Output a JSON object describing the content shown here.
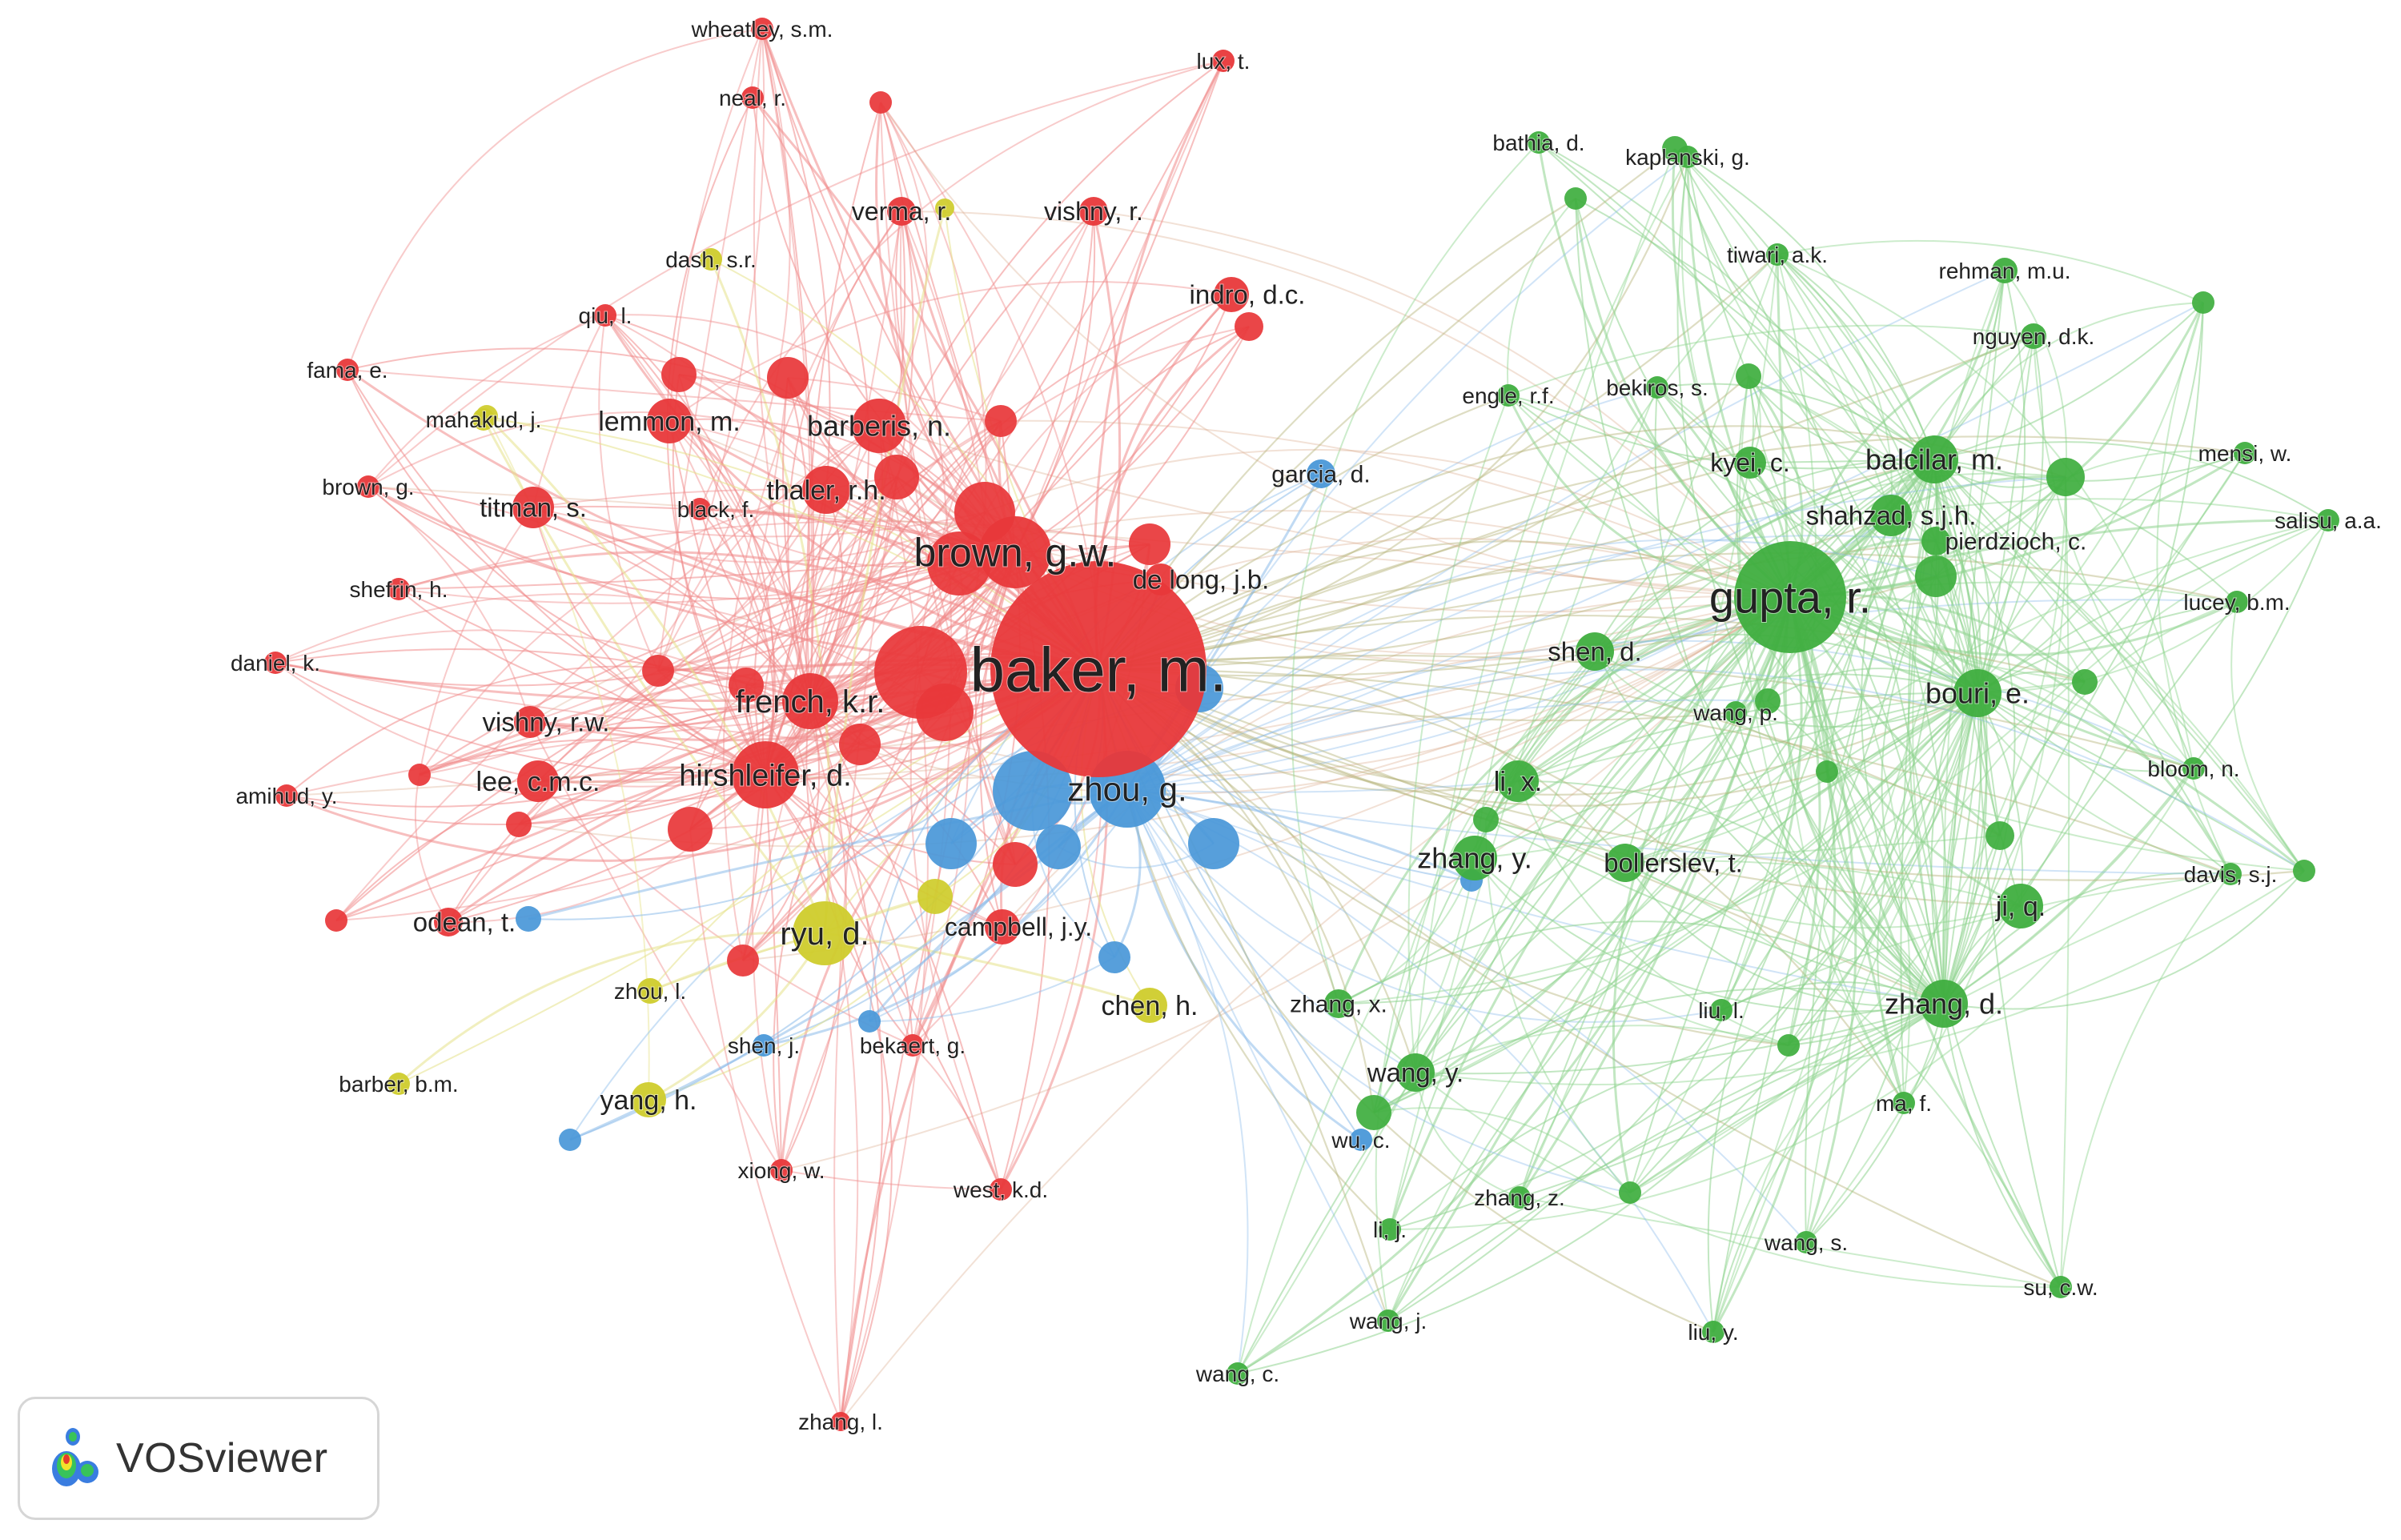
{
  "app": {
    "name": "VOSviewer"
  },
  "colors": {
    "cluster_red": "#e8383a",
    "cluster_green": "#3fae3f",
    "cluster_blue": "#4a98d8",
    "cluster_yellow": "#cfcc2c",
    "edge_red": "#f08b8b",
    "edge_green": "#8fd48f",
    "edge_blue": "#8cbcea",
    "edge_yellow": "#e6e28a"
  },
  "clusters": [
    "red",
    "green",
    "blue",
    "yellow"
  ],
  "nodes": [
    {
      "id": "baker_m",
      "label": "baker, m.",
      "cluster": "red",
      "weight": 10
    },
    {
      "id": "brown_gw",
      "label": "brown, g.w.",
      "cluster": "red",
      "weight": 4.5
    },
    {
      "id": "french_kr",
      "label": "french, k.r.",
      "cluster": "red",
      "weight": 3.4
    },
    {
      "id": "hirshleifer_d",
      "label": "hirshleifer, d.",
      "cluster": "red",
      "weight": 3.6
    },
    {
      "id": "barberis_n",
      "label": "barberis, n.",
      "cluster": "red",
      "weight": 3.3
    },
    {
      "id": "thaler_rh",
      "label": "thaler, r.h.",
      "cluster": "red",
      "weight": 3.2
    },
    {
      "id": "lemmon_m",
      "label": "lemmon, m.",
      "cluster": "red",
      "weight": 3.1
    },
    {
      "id": "titman_s",
      "label": "titman, s.",
      "cluster": "red",
      "weight": 2.9
    },
    {
      "id": "lee_cmc",
      "label": "lee, c.m.c.",
      "cluster": "red",
      "weight": 3.0
    },
    {
      "id": "de_long_jb",
      "label": "de long, j.b.",
      "cluster": "red",
      "weight": 2.7
    },
    {
      "id": "vishny_rw",
      "label": "vishny, r.w.",
      "cluster": "red",
      "weight": 2.6
    },
    {
      "id": "odean_t",
      "label": "odean, t.",
      "cluster": "red",
      "weight": 2.6
    },
    {
      "id": "indro_dc",
      "label": "indro, d.c.",
      "cluster": "red",
      "weight": 2.5
    },
    {
      "id": "verma_r",
      "label": "verma, r.",
      "cluster": "red",
      "weight": 2.5
    },
    {
      "id": "vishny_r",
      "label": "vishny, r.",
      "cluster": "red",
      "weight": 2.5
    },
    {
      "id": "campbell_jy",
      "label": "campbell, j.y.",
      "cluster": "red",
      "weight": 2.5
    },
    {
      "id": "amihud_y",
      "label": "amihud, y.",
      "cluster": "red",
      "weight": 2.2
    },
    {
      "id": "daniel_k",
      "label": "daniel, k.",
      "cluster": "red",
      "weight": 2.2
    },
    {
      "id": "shefrin_h",
      "label": "shefrin, h.",
      "cluster": "red",
      "weight": 2.2
    },
    {
      "id": "brown_g",
      "label": "brown, g.",
      "cluster": "red",
      "weight": 2.2
    },
    {
      "id": "fama_e",
      "label": "fama, e.",
      "cluster": "red",
      "weight": 2.2
    },
    {
      "id": "qiu_l",
      "label": "qiu, l.",
      "cluster": "red",
      "weight": 2.2
    },
    {
      "id": "black_f",
      "label": "black, f.",
      "cluster": "red",
      "weight": 2.2
    },
    {
      "id": "neal_r",
      "label": "neal, r.",
      "cluster": "red",
      "weight": 2.2
    },
    {
      "id": "wheatley_sm",
      "label": "wheatley, s.m.",
      "cluster": "red",
      "weight": 2.2
    },
    {
      "id": "lux_t",
      "label": "lux, t.",
      "cluster": "red",
      "weight": 2.2
    },
    {
      "id": "xiong_w",
      "label": "xiong, w.",
      "cluster": "red",
      "weight": 2.2
    },
    {
      "id": "west_kd",
      "label": "west, k.d.",
      "cluster": "red",
      "weight": 2.2
    },
    {
      "id": "zhang_l",
      "label": "zhang, l.",
      "cluster": "red",
      "weight": 2.2
    },
    {
      "id": "bekaert_g",
      "label": "bekaert, g.",
      "cluster": "red",
      "weight": 2.2
    },
    {
      "id": "zhou_g",
      "label": "zhou, g.",
      "cluster": "blue",
      "weight": 4.0
    },
    {
      "id": "garcia_d",
      "label": "garcia, d.",
      "cluster": "blue",
      "weight": 2.2
    },
    {
      "id": "shen_j",
      "label": "shen, j.",
      "cluster": "blue",
      "weight": 2.2
    },
    {
      "id": "wu_c",
      "label": "wu, c.",
      "cluster": "blue",
      "weight": 2.2
    },
    {
      "id": "ryu_d",
      "label": "ryu, d.",
      "cluster": "yellow",
      "weight": 3.6
    },
    {
      "id": "chen_h",
      "label": "chen, h.",
      "cluster": "yellow",
      "weight": 2.6
    },
    {
      "id": "yang_h",
      "label": "yang, h.",
      "cluster": "yellow",
      "weight": 2.6
    },
    {
      "id": "zhou_l",
      "label": "zhou, l.",
      "cluster": "yellow",
      "weight": 2.3
    },
    {
      "id": "barber_bm",
      "label": "barber, b.m.",
      "cluster": "yellow",
      "weight": 2.3
    },
    {
      "id": "mahakud_j",
      "label": "mahakud, j.",
      "cluster": "yellow",
      "weight": 2.2
    },
    {
      "id": "dash_sr",
      "label": "dash, s.r.",
      "cluster": "yellow",
      "weight": 2.2
    },
    {
      "id": "gupta_r",
      "label": "gupta, r.",
      "cluster": "green",
      "weight": 5.0
    },
    {
      "id": "balcilar_m",
      "label": "balcilar, m.",
      "cluster": "green",
      "weight": 3.0
    },
    {
      "id": "bouri_e",
      "label": "bouri, e.",
      "cluster": "green",
      "weight": 3.0
    },
    {
      "id": "shahzad_sjh",
      "label": "shahzad, s.j.h.",
      "cluster": "green",
      "weight": 2.7
    },
    {
      "id": "zhang_d",
      "label": "zhang, d.",
      "cluster": "green",
      "weight": 2.9
    },
    {
      "id": "ji_q",
      "label": "ji, q.",
      "cluster": "green",
      "weight": 2.8
    },
    {
      "id": "zhang_y",
      "label": "zhang, y.",
      "cluster": "green",
      "weight": 2.8
    },
    {
      "id": "bollerslev_t",
      "label": "bollerslev, t.",
      "cluster": "green",
      "weight": 2.6
    },
    {
      "id": "li_x",
      "label": "li, x.",
      "cluster": "green",
      "weight": 2.7
    },
    {
      "id": "wang_y",
      "label": "wang, y.",
      "cluster": "green",
      "weight": 2.6
    },
    {
      "id": "shen_d",
      "label": "shen, d.",
      "cluster": "green",
      "weight": 2.6
    },
    {
      "id": "kyei_c",
      "label": "kyei, c.",
      "cluster": "green",
      "weight": 2.5
    },
    {
      "id": "pierdzioch_c",
      "label": "pierdzioch, c.",
      "cluster": "green",
      "weight": 2.3
    },
    {
      "id": "mensi_w",
      "label": "mensi, w.",
      "cluster": "green",
      "weight": 2.2
    },
    {
      "id": "salisu_aa",
      "label": "salisu, a.a.",
      "cluster": "green",
      "weight": 2.2
    },
    {
      "id": "lucey_bm",
      "label": "lucey, b.m.",
      "cluster": "green",
      "weight": 2.2
    },
    {
      "id": "bloom_n",
      "label": "bloom, n.",
      "cluster": "green",
      "weight": 2.2
    },
    {
      "id": "davis_sj",
      "label": "davis, s.j.",
      "cluster": "green",
      "weight": 2.2
    },
    {
      "id": "nguyen_dk",
      "label": "nguyen, d.k.",
      "cluster": "green",
      "weight": 2.2
    },
    {
      "id": "rehman_mu",
      "label": "rehman, m.u.",
      "cluster": "green",
      "weight": 2.2
    },
    {
      "id": "tiwari_ak",
      "label": "tiwari, a.k.",
      "cluster": "green",
      "weight": 2.2
    },
    {
      "id": "bekiros_s",
      "label": "bekiros, s.",
      "cluster": "green",
      "weight": 2.2
    },
    {
      "id": "engle_rf",
      "label": "engle, r.f.",
      "cluster": "green",
      "weight": 2.2
    },
    {
      "id": "bathia_d",
      "label": "bathia, d.",
      "cluster": "green",
      "weight": 2.2
    },
    {
      "id": "kaplanski_g",
      "label": "kaplanski, g.",
      "cluster": "green",
      "weight": 2.2
    },
    {
      "id": "wang_p",
      "label": "wang, p.",
      "cluster": "green",
      "weight": 2.2
    },
    {
      "id": "zhang_x",
      "label": "zhang, x.",
      "cluster": "green",
      "weight": 2.3
    },
    {
      "id": "liu_l",
      "label": "liu, l.",
      "cluster": "green",
      "weight": 2.2
    },
    {
      "id": "ma_f",
      "label": "ma, f.",
      "cluster": "green",
      "weight": 2.2
    },
    {
      "id": "zhang_z",
      "label": "zhang, z.",
      "cluster": "green",
      "weight": 2.2
    },
    {
      "id": "li_j",
      "label": "li, j.",
      "cluster": "green",
      "weight": 2.2
    },
    {
      "id": "wang_s",
      "label": "wang, s.",
      "cluster": "green",
      "weight": 2.2
    },
    {
      "id": "su_cw",
      "label": "su, c.w.",
      "cluster": "green",
      "weight": 2.2
    },
    {
      "id": "wang_j",
      "label": "wang, j.",
      "cluster": "green",
      "weight": 2.2
    },
    {
      "id": "liu_y",
      "label": "liu, y.",
      "cluster": "green",
      "weight": 2.2
    },
    {
      "id": "wang_c",
      "label": "wang, c.",
      "cluster": "green",
      "weight": 2.2
    }
  ]
}
